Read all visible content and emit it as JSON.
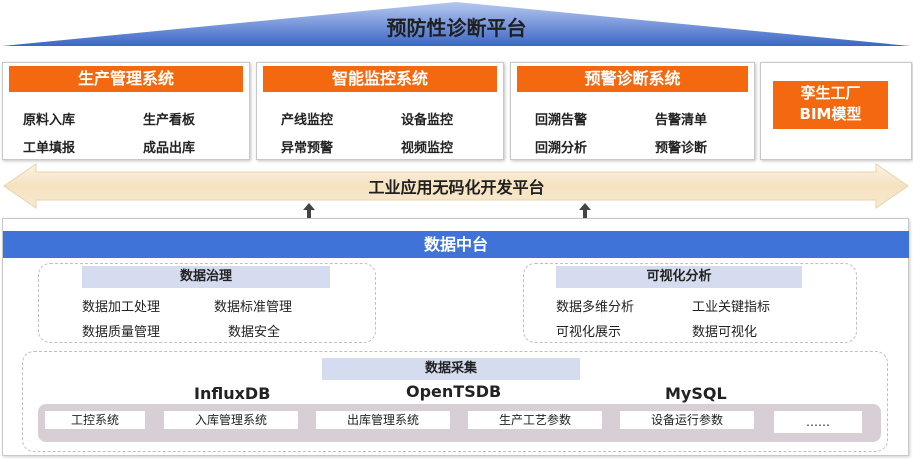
{
  "platform": {
    "title": "预防性诊断平台"
  },
  "modules": [
    {
      "title": "生产管理系统",
      "items": [
        "原料入库",
        "生产看板",
        "工单填报",
        "成品出库"
      ]
    },
    {
      "title": "智能监控系统",
      "items": [
        "产线监控",
        "设备监控",
        "异常预警",
        "视频监控"
      ]
    },
    {
      "title": "预警诊断系统",
      "items": [
        "回溯告警",
        "告警清单",
        "回溯分析",
        "预警诊断"
      ]
    }
  ],
  "bim": {
    "line1": "孪生工厂",
    "line2": "BIM模型"
  },
  "lowcode": {
    "title": "工业应用无码化开发平台"
  },
  "data_center": {
    "title": "数据中台",
    "governance": {
      "title": "数据治理",
      "items": [
        "数据加工处理",
        "数据标准管理",
        "数据质量管理",
        "数据安全"
      ]
    },
    "visualization": {
      "title": "可视化分析",
      "items": [
        "数据多维分析",
        "工业关键指标",
        "可视化展示",
        "数据可视化"
      ]
    },
    "collection": {
      "title": "数据采集",
      "databases": [
        "InfluxDB",
        "OpenTSDB",
        "MySQL"
      ],
      "sources": [
        "工控系统",
        "入库管理系统",
        "出库管理系统",
        "生产工艺参数",
        "设备运行参数",
        "……"
      ]
    }
  },
  "colors": {
    "orange": "#f4680f",
    "blue": "#3f73d8",
    "roof": "#3c67c6",
    "band": "#f7ead2"
  }
}
